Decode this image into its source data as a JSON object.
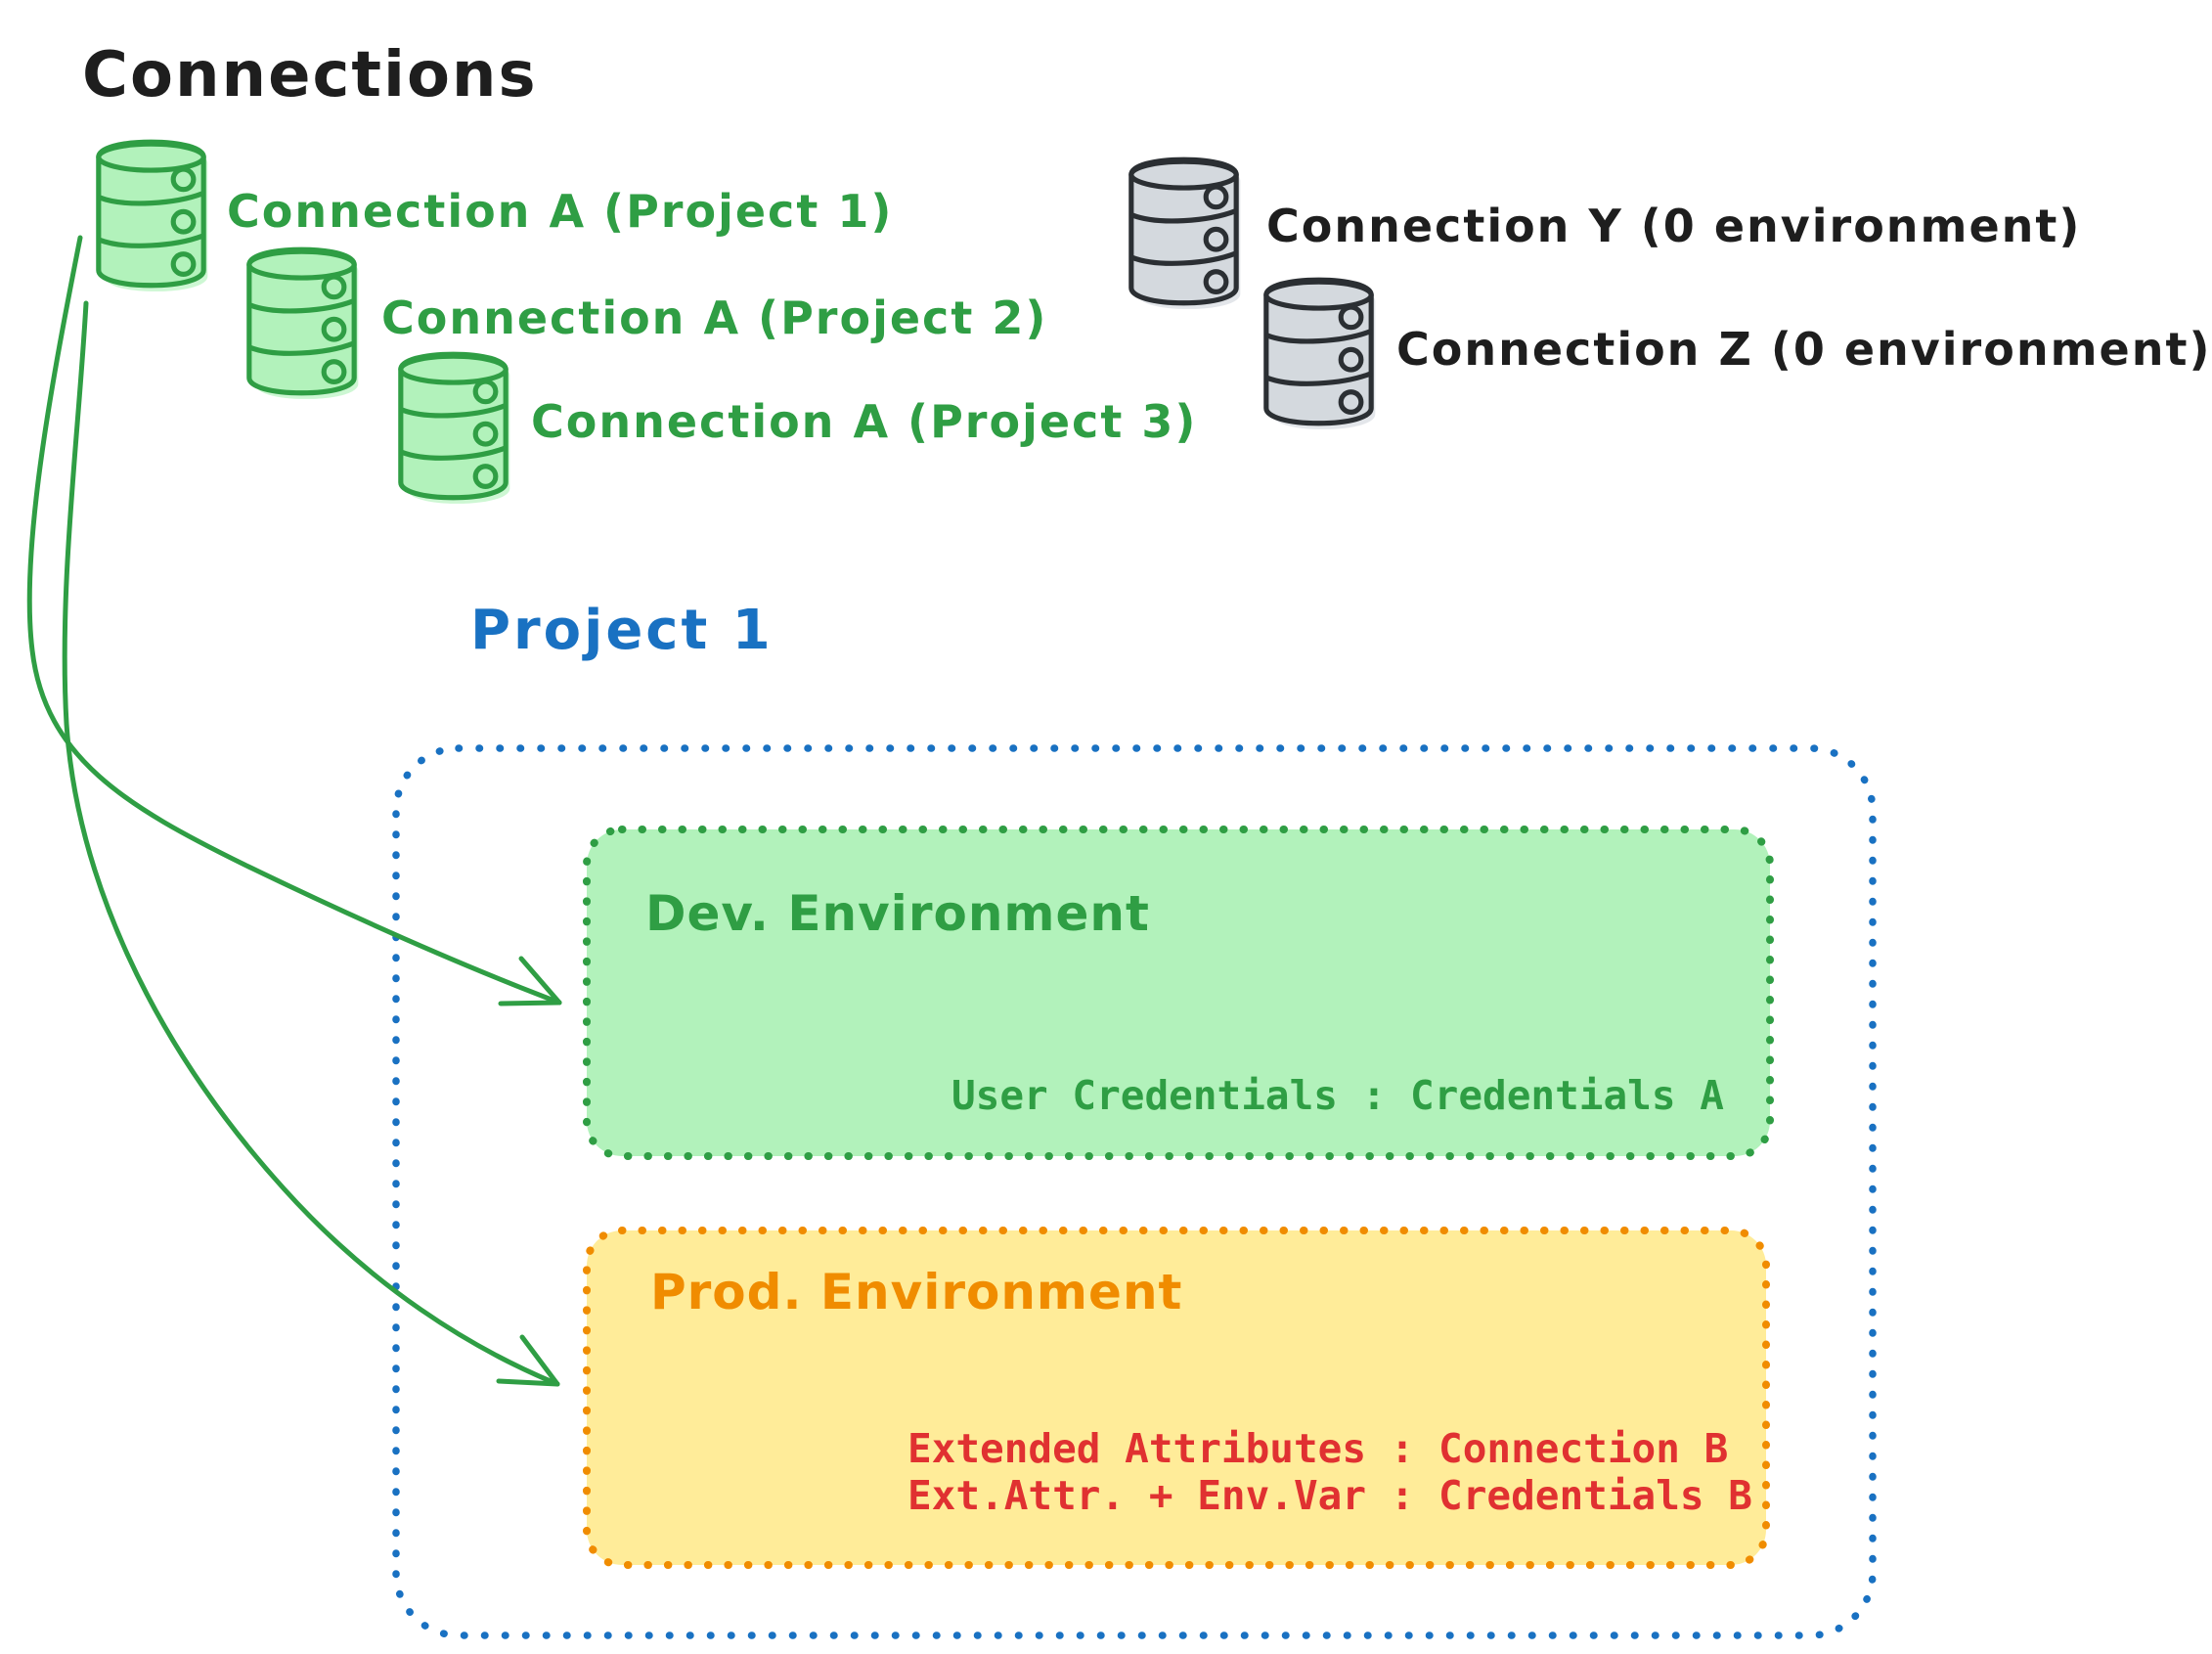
{
  "title": "Connections",
  "colors": {
    "green_stroke": "#2f9e44",
    "green_fill": "#b2f2bb",
    "gray_stroke": "#2b2f33",
    "gray_fill": "#d4d9de",
    "blue": "#1971c2",
    "orange": "#f08c00",
    "yellow_fill": "#ffec99",
    "red": "#e03131",
    "black": "#1e1e1e"
  },
  "connections": {
    "green": [
      {
        "label": "Connection A (Project 1)"
      },
      {
        "label": "Connection A (Project 2)"
      },
      {
        "label": "Connection A (Project 3)"
      }
    ],
    "gray": [
      {
        "label": "Connection Y (0 environment)"
      },
      {
        "label": "Connection Z (0 environment)"
      }
    ]
  },
  "project": {
    "title": "Project 1",
    "environments": [
      {
        "name": "Dev. Environment",
        "mappings": [
          "User Credentials : Credentials A"
        ]
      },
      {
        "name": "Prod. Environment",
        "mappings": [
          "Extended Attributes : Connection B",
          "Ext.Attr. + Env.Var : Credentials B"
        ]
      }
    ]
  }
}
